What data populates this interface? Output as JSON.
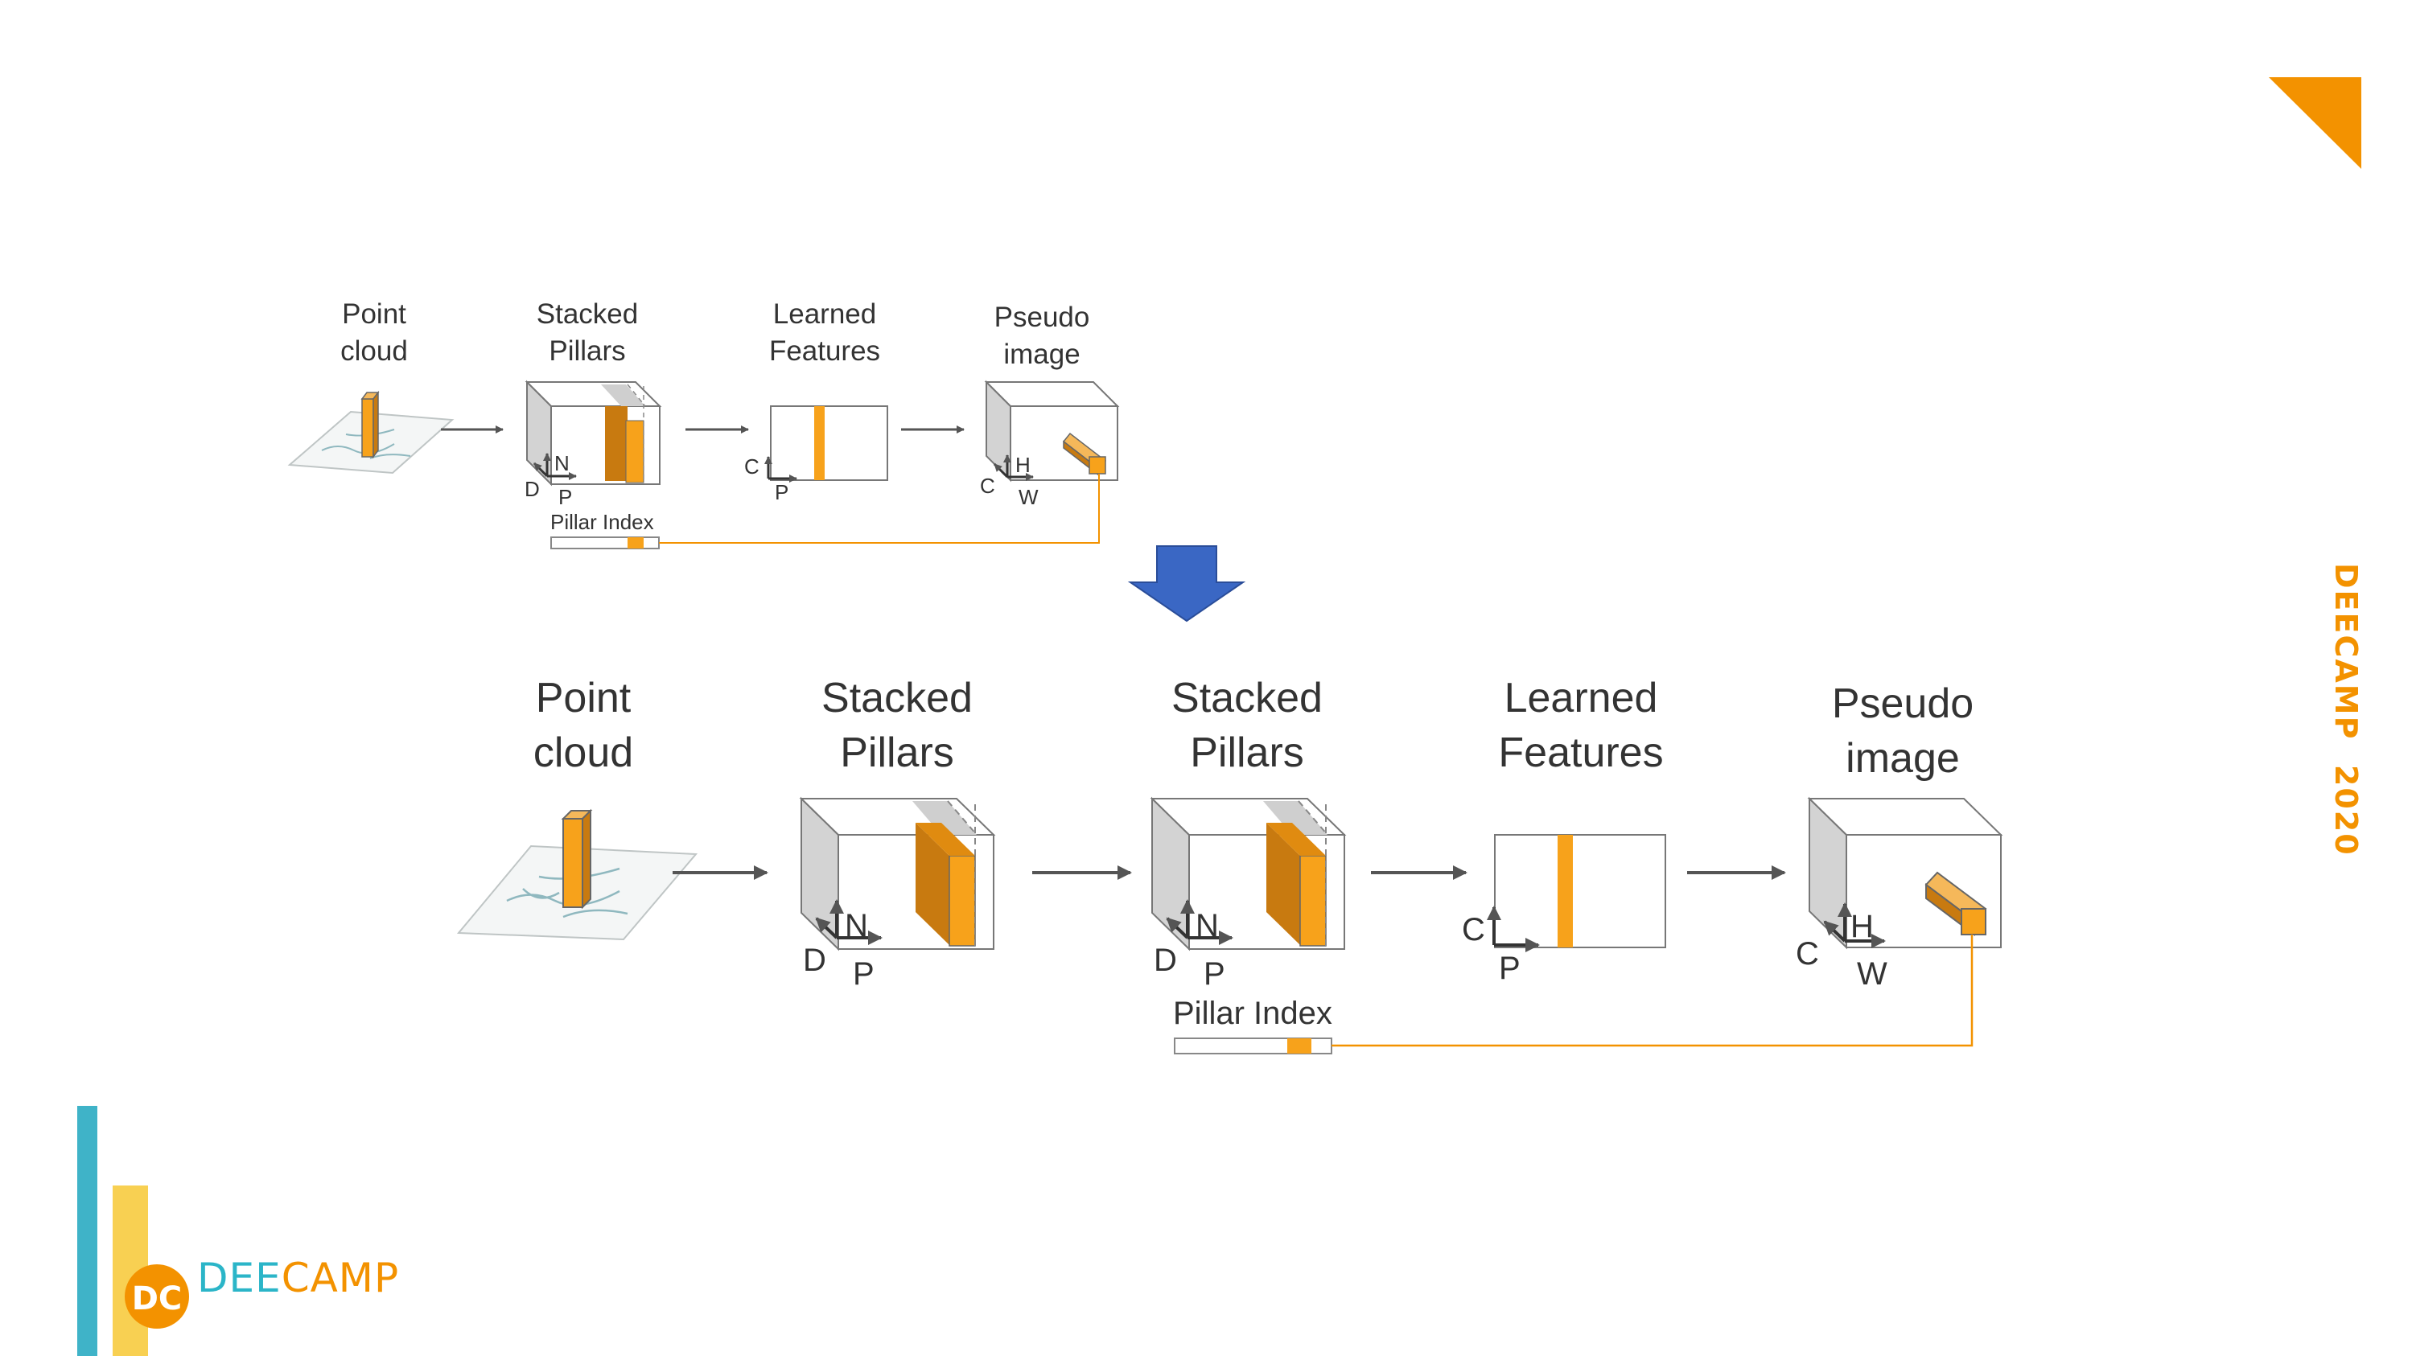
{
  "slide": {
    "brand_vertical": "DEECAMP  2020",
    "logo": {
      "text_part1": "DEE",
      "text_part2": "CAMP",
      "mark_letters": "DC"
    },
    "colors": {
      "accent_orange": "#f39200",
      "pillar_orange": "#f7a21b",
      "arrow_blue": "#3a67c4",
      "bar_teal": "#3fb3c8",
      "bar_yellow": "#f8d052"
    }
  },
  "top_diagram": {
    "labels": {
      "point_cloud": "Point\ncloud",
      "stacked_pillars": "Stacked\nPillars",
      "learned_features": "Learned\nFeatures",
      "pseudo_image": "Pseudo\nimage",
      "pillar_index": "Pillar Index"
    },
    "axes": {
      "stacked": {
        "d": "D",
        "n": "N",
        "p": "P"
      },
      "learned": {
        "c": "C",
        "p": "P"
      },
      "pseudo": {
        "c": "C",
        "h": "H",
        "w": "W"
      }
    }
  },
  "bottom_diagram": {
    "labels": {
      "point_cloud": "Point\ncloud",
      "stacked_pillars_1": "Stacked\nPillars",
      "stacked_pillars_2": "Stacked\nPillars",
      "learned_features": "Learned\nFeatures",
      "pseudo_image": "Pseudo\nimage",
      "pillar_index": "Pillar Index"
    },
    "axes": {
      "stacked_1": {
        "d": "D",
        "n": "N",
        "p": "P"
      },
      "stacked_2": {
        "d": "D",
        "n": "N",
        "p": "P"
      },
      "learned": {
        "c": "C",
        "p": "P"
      },
      "pseudo": {
        "c": "C",
        "h": "H",
        "w": "W"
      }
    }
  }
}
